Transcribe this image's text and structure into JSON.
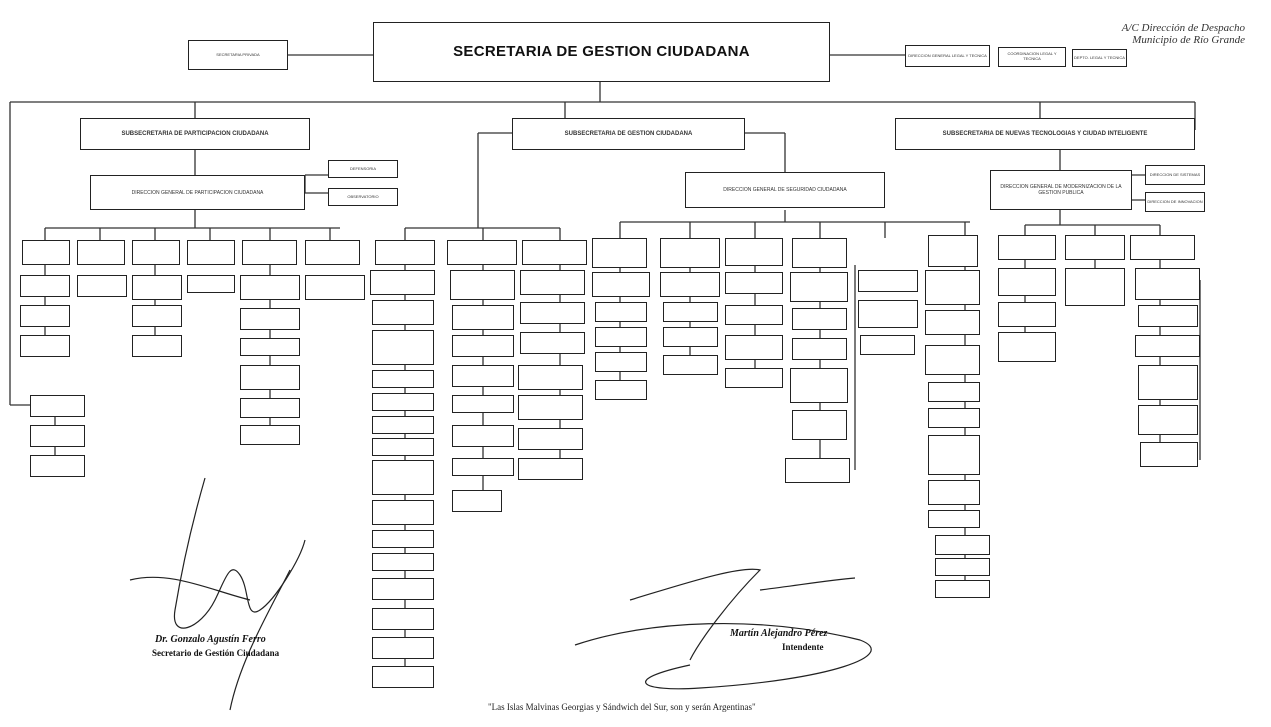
{
  "org": {
    "title": "SECRETARIA DE GESTION CIUDADANA",
    "secretaria_privada": "SECRETARIA PRIVADA",
    "right_units": [
      "DIRECCION GENERAL LEGAL Y TECNICA",
      "COORDINACION LEGAL Y TECNICA",
      "DEPTO. LEGAL Y TECNICA"
    ],
    "subsecretarias": [
      "SUBSECRETARIA DE PARTICIPACION CIUDADANA",
      "SUBSECRETARIA DE GESTION CIUDADANA",
      "SUBSECRETARIA DE NUEVAS TECNOLOGIAS Y CIUDAD INTELIGENTE"
    ],
    "direcciones_generales": [
      "DIRECCION GENERAL DE PARTICIPACION CIUDADANA",
      "DIRECCION GENERAL DE SEGURIDAD CIUDADANA",
      "DIRECCION GENERAL DE MODERNIZACION DE LA GESTION PUBLICA"
    ],
    "side_units_left": [
      "DEFENSORIA",
      "OBSERVATORIO"
    ],
    "side_units_right": [
      "DIRECCION DE SISTEMAS",
      "DIRECCION DE INNOVACION"
    ]
  },
  "signatures": {
    "left_name": "Dr. Gonzalo Agustín Ferro",
    "left_role": "Secretario de Gestión Ciudadana",
    "right_name": "Martín Alejandro Pérez",
    "right_role": "Intendente"
  },
  "stamp": {
    "line1": "A/C Dirección de Despacho",
    "line2": "Municipio de Río Grande"
  },
  "footer": "\"Las Islas Malvinas Georgias y Sándwich del Sur, son y serán Argentinas\""
}
